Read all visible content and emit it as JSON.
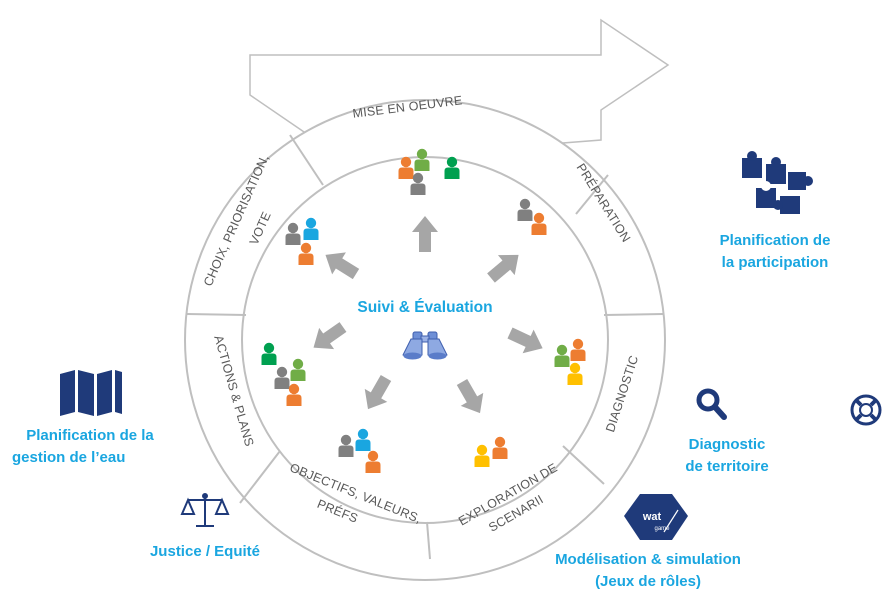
{
  "ring_labels": {
    "mise_en_oeuvre": "MISE EN OEUVRE",
    "preparation": "PRÉPARATION",
    "diagnostic": "DIAGNOSTIC",
    "exploration": [
      "EXPLORATION DE",
      "SCENARII"
    ],
    "objectifs": [
      "OBJECTIFS, VALEURS,",
      "PRÉFS"
    ],
    "actions": "ACTIONS & PLANS",
    "choix": [
      "CHOIX, PRIORISATION,",
      "VOTE"
    ]
  },
  "center": {
    "title": "Suivi & Évaluation"
  },
  "tools": {
    "participation": [
      "Planification de",
      "la participation"
    ],
    "gestion_eau": [
      "Planification de la",
      "gestion de l’eau"
    ],
    "diagnostic_territoire": [
      "Diagnostic",
      "de territoire"
    ],
    "justice": "Justice / Equité",
    "modelisation": [
      "Modélisation & simulation",
      "(Jeux de rôles)"
    ],
    "wat_logo": [
      "wat",
      "game"
    ]
  },
  "icons": {
    "puzzle": "puzzle-icon",
    "map": "folded-map-icon",
    "search": "magnifier-icon",
    "justice": "scales-icon",
    "watagame": "watagame-logo",
    "binoculars": "binoculars-icon",
    "lifebuoy": "lifebuoy-icon"
  },
  "colors": {
    "accent_blue": "#1aa6e0",
    "navy": "#1f3a7a",
    "ring_stroke": "#bfbfbf",
    "ring_text": "#595959",
    "arrow_gray": "#a6a6a6",
    "person_orange": "#ed7d31",
    "person_gray": "#808080",
    "person_green": "#70ad47",
    "person_dark_green": "#00a050",
    "person_blue": "#1aa6e0",
    "person_yellow": "#ffc000"
  }
}
